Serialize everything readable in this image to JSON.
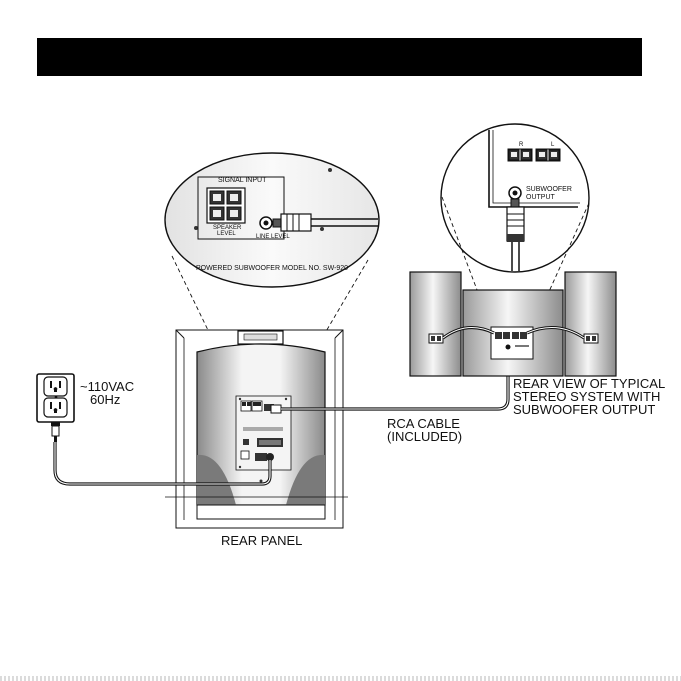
{
  "labels": {
    "power_voltage": "~110VAC",
    "power_freq": "60Hz",
    "cable_name": "RCA CABLE",
    "cable_note": "(INCLUDED)",
    "rear_panel": "REAR PANEL",
    "stereo_line1": "REAR VIEW OF TYPICAL",
    "stereo_line2": "STEREO SYSTEM WITH",
    "stereo_line3": "SUBWOOFER OUTPUT"
  },
  "panel_callout": {
    "signal_input": "SIGNAL INPUT",
    "speaker_level_1": "SPEAKER",
    "speaker_level_2": "LEVEL",
    "line_level": "LINE LEVEL",
    "model_text": "POWERED SUBWOOFER MODEL NO. SW-920"
  },
  "stereo_callout": {
    "channel_right": "R",
    "channel_left": "L",
    "subwoofer_1": "SUBWOOFER",
    "subwoofer_2": "OUTPUT"
  },
  "colors": {
    "header": "#000000",
    "line": "#111111",
    "cabinet_light": "#f2f2f2",
    "cabinet_dark": "#7a7a7a"
  }
}
